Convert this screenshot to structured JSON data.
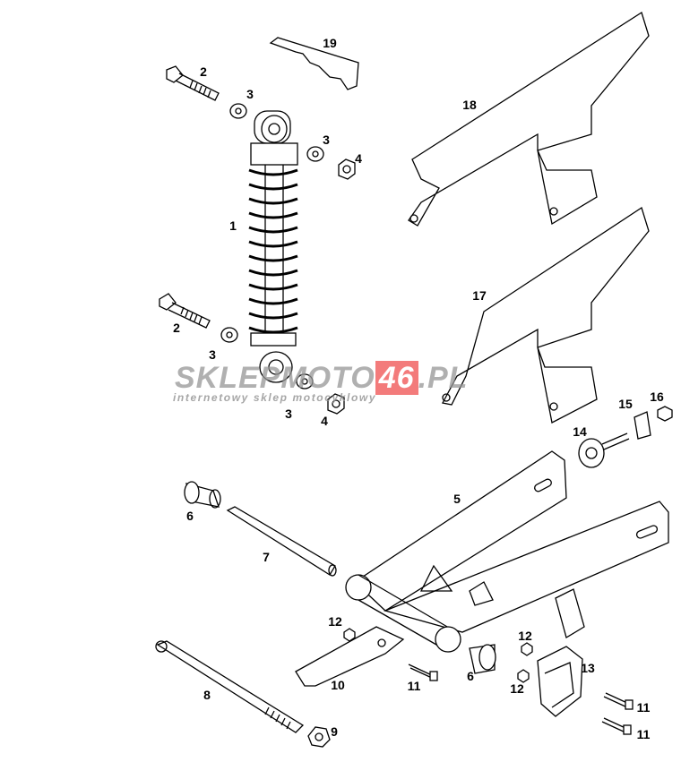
{
  "callouts": [
    "19",
    "2",
    "3",
    "3",
    "4",
    "1",
    "18",
    "2",
    "3",
    "17",
    "3",
    "4",
    "15",
    "16",
    "14",
    "5",
    "6",
    "7",
    "12",
    "12",
    "10",
    "11",
    "6",
    "13",
    "12",
    "8",
    "9",
    "11",
    "11"
  ],
  "watermark": {
    "part1": "SKLEPMOTO",
    "badge": "46",
    "part2": ".PL",
    "subtitle": "internetowy sklep motocyklowy",
    "badge_color": "#f05a5a"
  }
}
